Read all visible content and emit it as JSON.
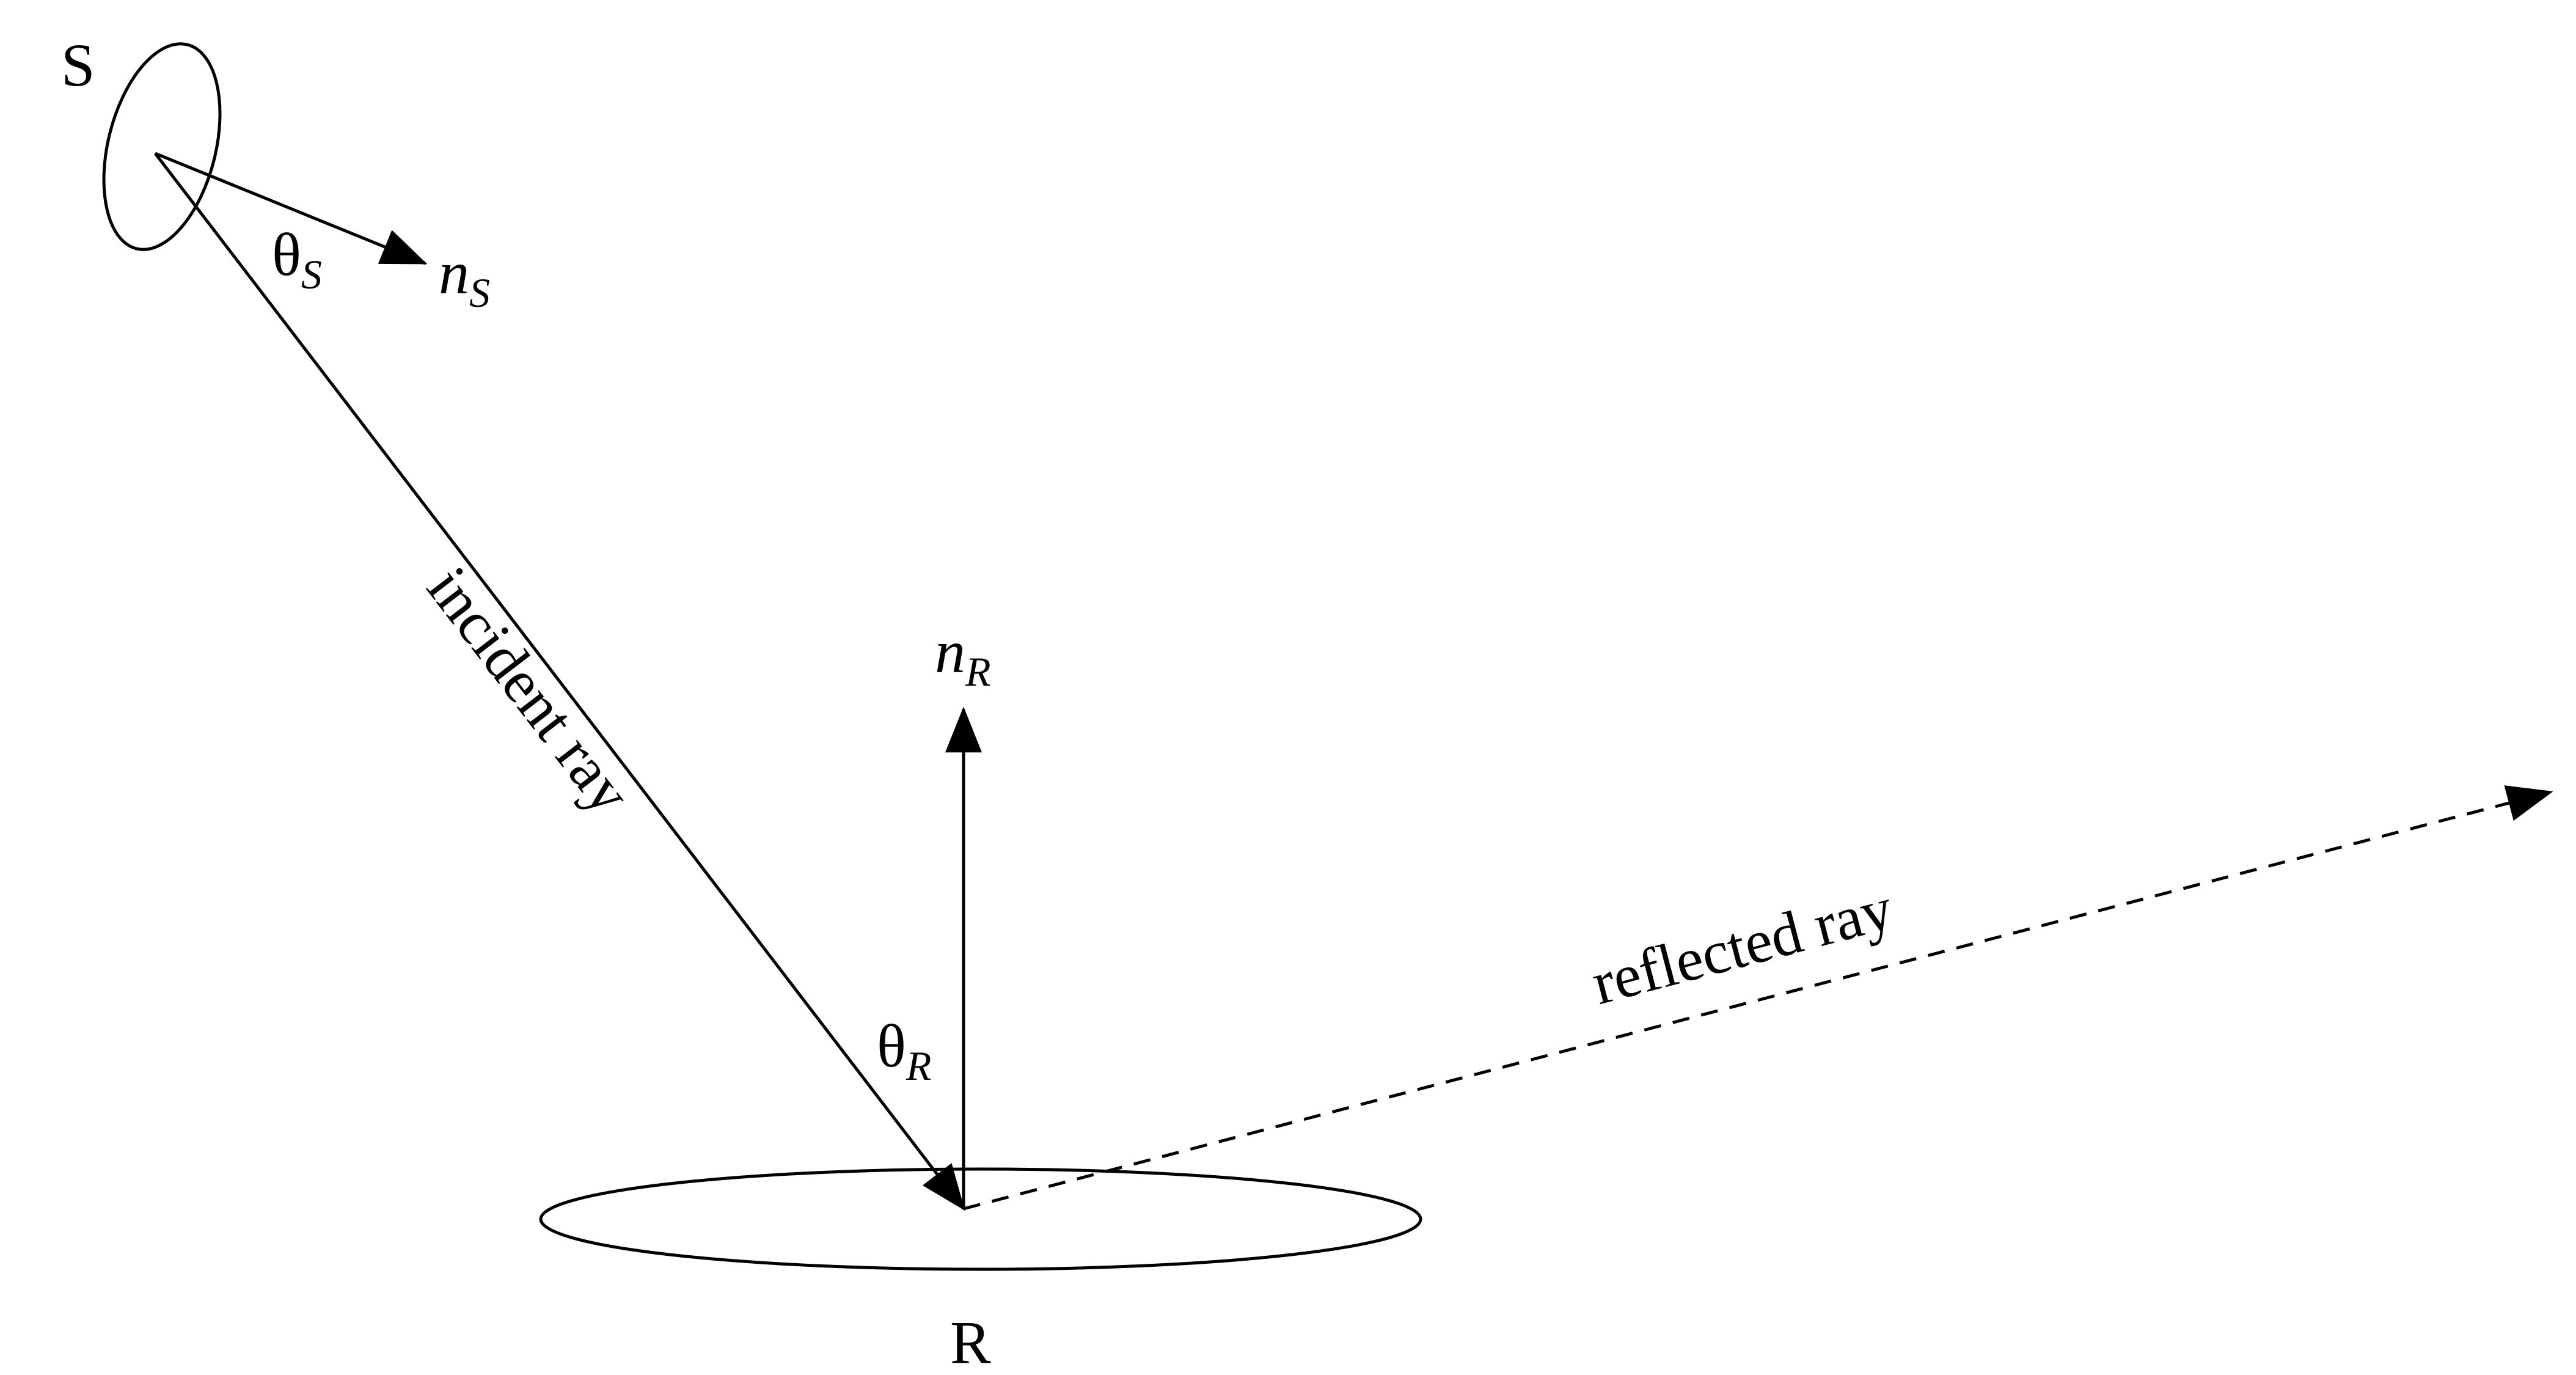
{
  "diagram": {
    "source_label": "S",
    "receiver_label": "R",
    "source_normal": {
      "symbol": "n",
      "subscript": "S"
    },
    "receiver_normal": {
      "symbol": "n",
      "subscript": "R"
    },
    "source_angle": {
      "symbol": "θ",
      "subscript": "S"
    },
    "receiver_angle": {
      "symbol": "θ",
      "subscript": "R"
    },
    "incident_ray_label": "incident ray",
    "reflected_ray_label": "reflected ray",
    "line_color": "#000000"
  }
}
